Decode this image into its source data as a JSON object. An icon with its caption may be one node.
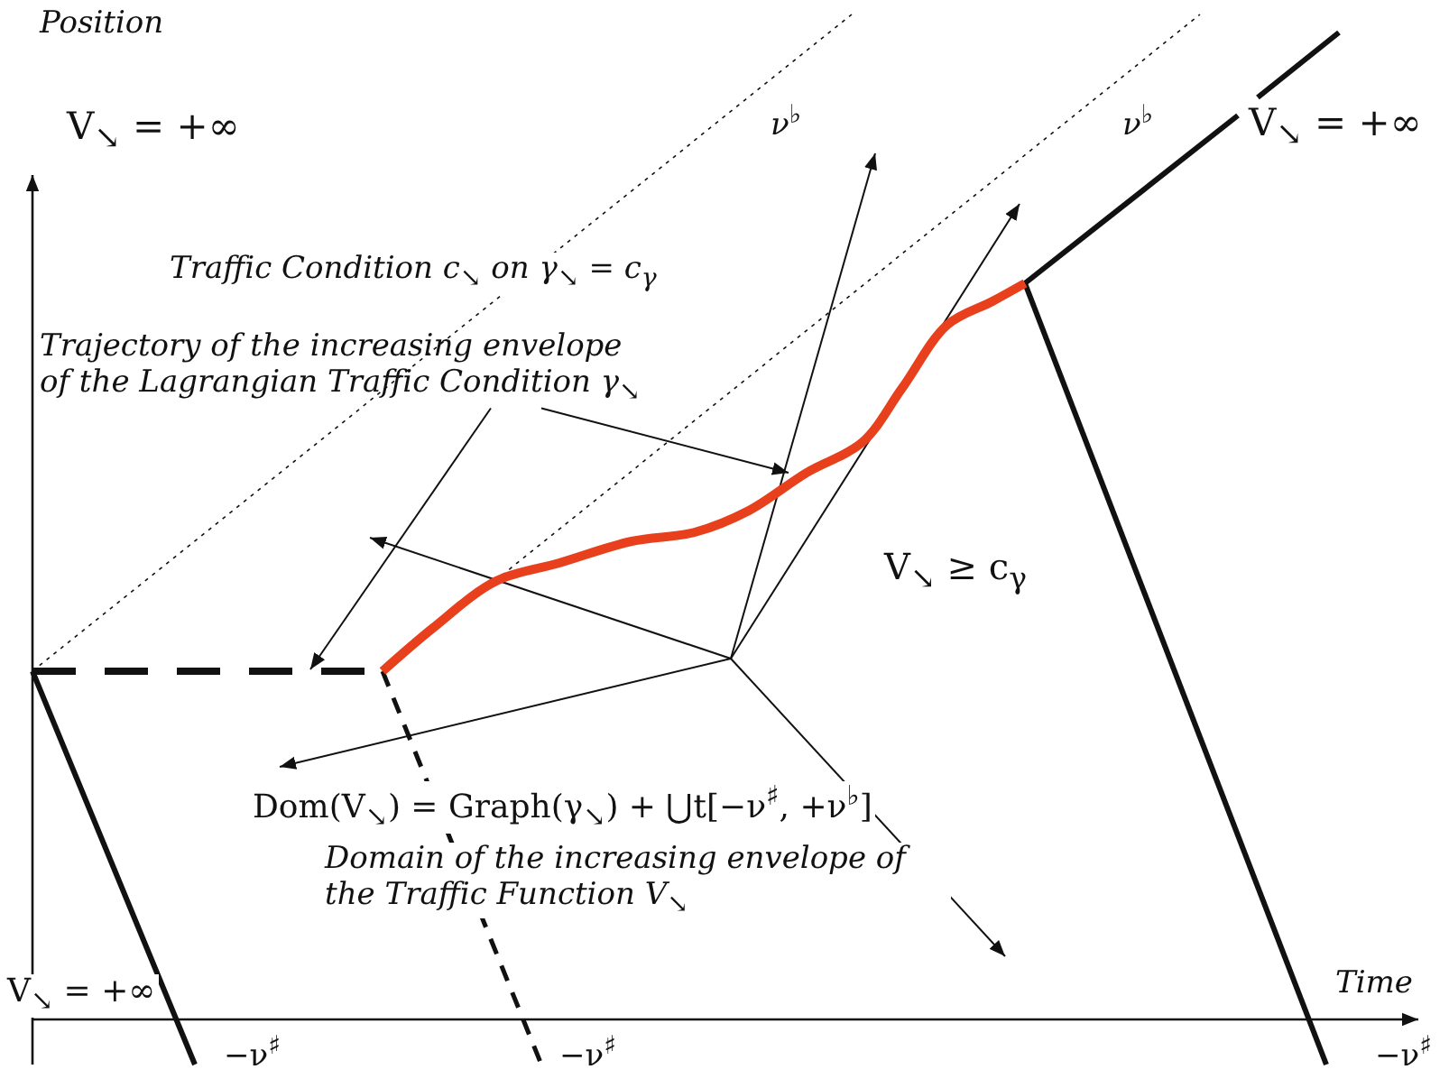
{
  "diagram": {
    "nodes": [
      {
        "text": [
          "Trajectory of the increasing envelope of the Lagrangian Traffic Condition γ$_{↘}$"
        ]
      },
      {
        "text": [],
        "shape": "bar"
      },
      {
        "text": [],
        "shape": "curve"
      }
    ],
    "edges": [
      {
        "from": 0,
        "to": 1,
        "arrow": "to"
      },
      {
        "from": 0,
        "to": 2,
        "arrow": "to"
      }
    ],
    "labels": [
      "Position",
      "V$_{↘}$ = +∞",
      "ν$^{♭}$",
      "ν$^{♭}$",
      "V$_{↘}$ = +∞",
      "Traffic Condition c$_{↘}$ on γ$_{↘}$ = c$_{γ}$",
      "V$_{↘}$ ≥ c$_{γ}$",
      "Dom(V$_{↘}$) = Graph(γ$_{↘}$) + ⋃t[−ν$^{♯}$, +ν$^{♭}$]",
      "Domain of the increasing envelope of the Traffic Function V$_{↘}$",
      "V$_{↘}$ = +∞",
      "Time",
      "−ν$^{♯}$",
      "−ν$^{♯}$",
      "−ν$^{♯}$"
    ]
  }
}
